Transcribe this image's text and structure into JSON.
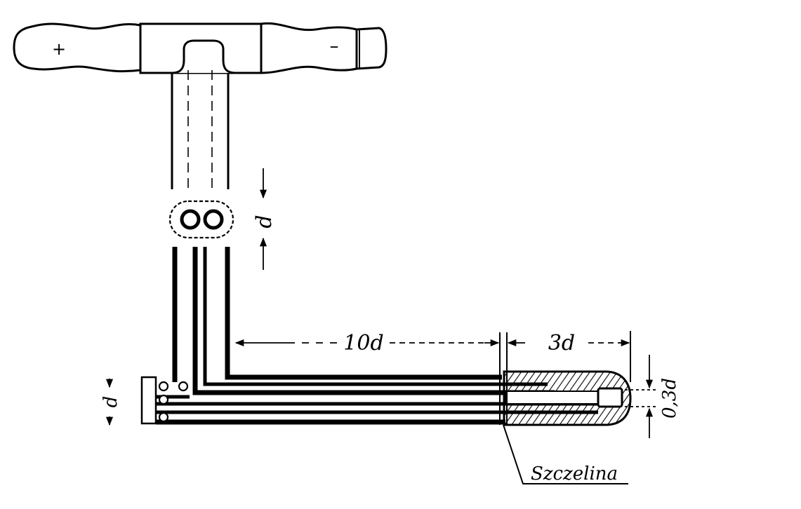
{
  "handle": {
    "plus_sign": "+",
    "minus_sign": "–"
  },
  "dimensions": {
    "d_vertical": "d",
    "d_left": "d",
    "length_10d": "10d",
    "length_3d": "3d",
    "slot_width": "0,3d"
  },
  "annotations": {
    "slot_label": "Szczelina"
  }
}
